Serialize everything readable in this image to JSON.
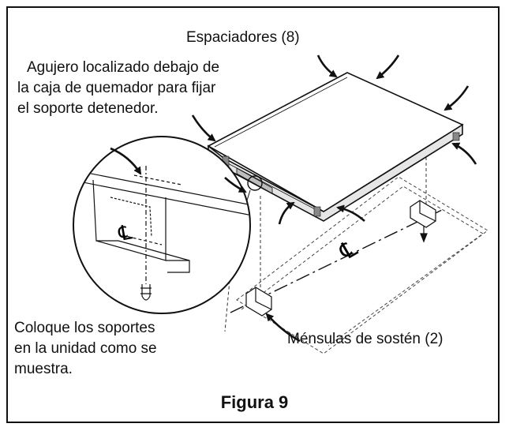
{
  "labels": {
    "spacers": "Espaciadores (8)",
    "hole_note": [
      "Agujero localizado debajo de",
      "la caja de quemador para fijar",
      "el soporte detenedor."
    ],
    "place_note": [
      "Coloque los soportes",
      "en la  unidad como se",
      "muestra."
    ],
    "brackets": "Ménsulas de sostén (2)",
    "figure_title": "Figura 9",
    "centerline_symbol": "℄"
  },
  "colors": {
    "line": "#111111",
    "background": "#ffffff"
  }
}
